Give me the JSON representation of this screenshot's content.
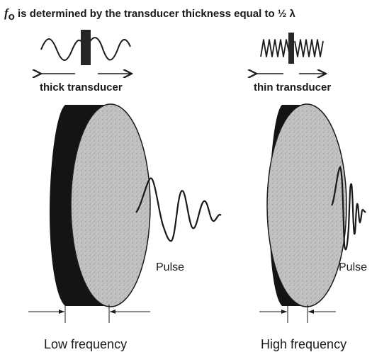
{
  "title": {
    "symbol": "f",
    "subscript": "o",
    "text": " is determined by the transducer thickness equal to ½ λ"
  },
  "left_panel": {
    "transducer_label": "thick transducer",
    "pulse_label": "Pulse",
    "frequency_label": "Low frequency"
  },
  "right_panel": {
    "transducer_label": "thin transducer",
    "pulse_label": "Pulse",
    "frequency_label": "High frequency"
  },
  "colors": {
    "ink": "#1a1a1a",
    "face_fill": "#b9b9b9",
    "speckle": "#7a7a7a"
  }
}
